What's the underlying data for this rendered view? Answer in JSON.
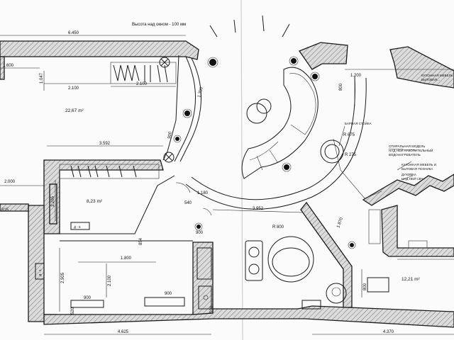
{
  "plan": {
    "window_height_note": "Высота над окном - 100 мм",
    "dimensions": {
      "top_left": "6.450",
      "left_wall": "1.600",
      "wall_1047": "1.047",
      "wardrobe_a": "2.100",
      "wardrobe_b": "2.100",
      "curve_1300": "1.300",
      "wall_900": "900",
      "right_1200": "1.200",
      "right_800": "800",
      "corridor_3592": "3.592",
      "left_2000": "2.000",
      "left_815": "815",
      "room_3265": "3.265",
      "door_1180": "1.180",
      "door_540": "540",
      "arc_3952": "3.952",
      "dim_854": "854",
      "dim_900b": "900",
      "dim_1800": "1.800",
      "dim_2905": "2.905",
      "dim_2100b": "2.100",
      "dim_900c": "900",
      "dim_900d": "900",
      "dim_520": "520",
      "dim_530": "530",
      "bottom_4625": "4.625",
      "bottom_4370": "4.370",
      "right_1870": "1.870",
      "right_800b": "800"
    },
    "areas": {
      "room_main": "22,67 m²",
      "room_mid": "8,23 m²",
      "room_kitchen": "12,21 m²"
    },
    "doors": {
      "door_a": "Д - 5",
      "door_b": "Д - 4"
    },
    "radii": {
      "r675": "R 675",
      "r275": "R 275",
      "r800": "R 800"
    },
    "notes": {
      "bar_stand": "БАРНАЯ СТОЙКА",
      "kitchen_furniture_line1": "КУХОННАЯ МЕБЕЛЬ",
      "kitchen_furniture_line2": "БЫТОВАЯ...",
      "spiral_line1": "СПИРАЛЬНАЯ МОДЕЛЬ",
      "spiral_line2": "НАД НЕЙ НАКОПИТЕЛЬНЫЙ",
      "spiral_line3": "ВОДОНАГРЕВАТЕЛЬ",
      "kitchen_tech_line1": "КУХОННАЯ МЕБЕЛЬ И",
      "kitchen_tech_line2": "БЫТОВАЯ ТЕХНИКА",
      "hood_line1": "ДУХОВКА",
      "hood_line2": "НАД НЕЙ СВЧ"
    }
  }
}
